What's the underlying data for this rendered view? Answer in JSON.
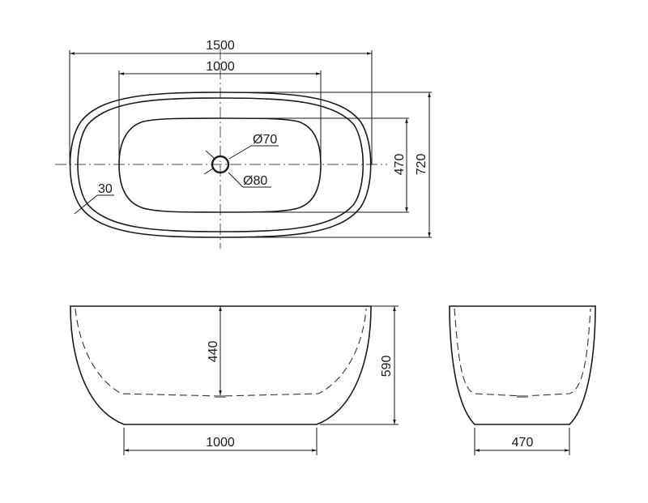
{
  "top_view": {
    "overall_length": "1500",
    "basin_length": "1000",
    "basin_width": "470",
    "overall_width": "720",
    "drain_inner_diameter": "Ø70",
    "drain_outer_diameter": "Ø80",
    "rim_thickness": "30"
  },
  "front_view": {
    "inner_depth": "440",
    "overall_height": "590",
    "base_length": "1000"
  },
  "side_view": {
    "base_width": "470"
  },
  "colors": {
    "line": "#1a1a1a",
    "background": "#ffffff"
  }
}
